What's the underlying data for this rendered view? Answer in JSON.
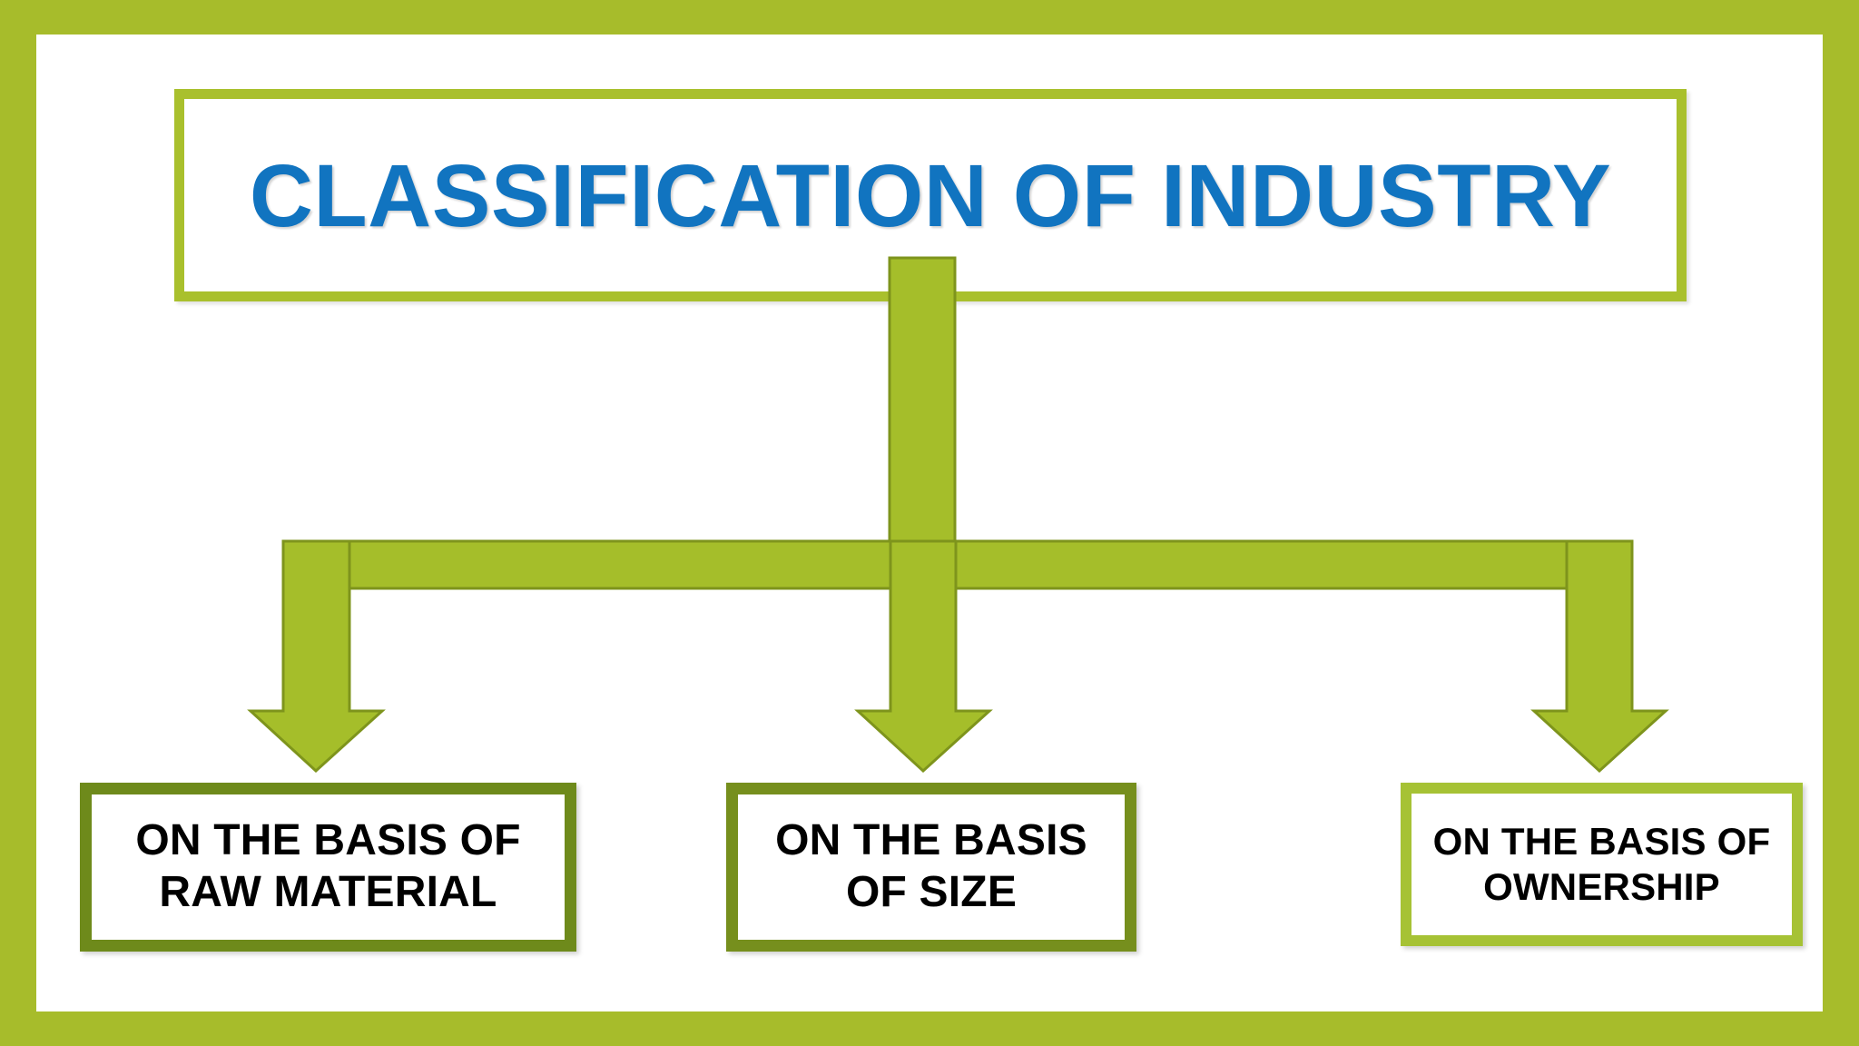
{
  "diagram": {
    "title": "CLASSIFICATION OF INDUSTRY",
    "root": {
      "label": "CLASSIFICATION OF INDUSTRY",
      "text_color": "#1174C0",
      "border_color": "#A9C02D"
    },
    "branches": [
      {
        "id": "raw-material",
        "line1": "ON THE BASIS OF",
        "line2": "RAW MATERIAL",
        "border_color": "#6E8A1B",
        "text_color": "#000000"
      },
      {
        "id": "size",
        "line1": "ON THE BASIS",
        "line2": "OF SIZE",
        "border_color": "#768F1D",
        "text_color": "#000000"
      },
      {
        "id": "ownership",
        "line1": "ON THE BASIS OF",
        "line2": "OWNERSHIP",
        "border_color": "#A6C235",
        "text_color": "#000000"
      }
    ],
    "connector": {
      "fill_color": "#A5BE2A",
      "stroke_color": "#7E941C",
      "icon": "down-arrow-icon"
    },
    "frame": {
      "border_color": "#A7BC2B",
      "background_color": "#FFFFFF"
    }
  }
}
